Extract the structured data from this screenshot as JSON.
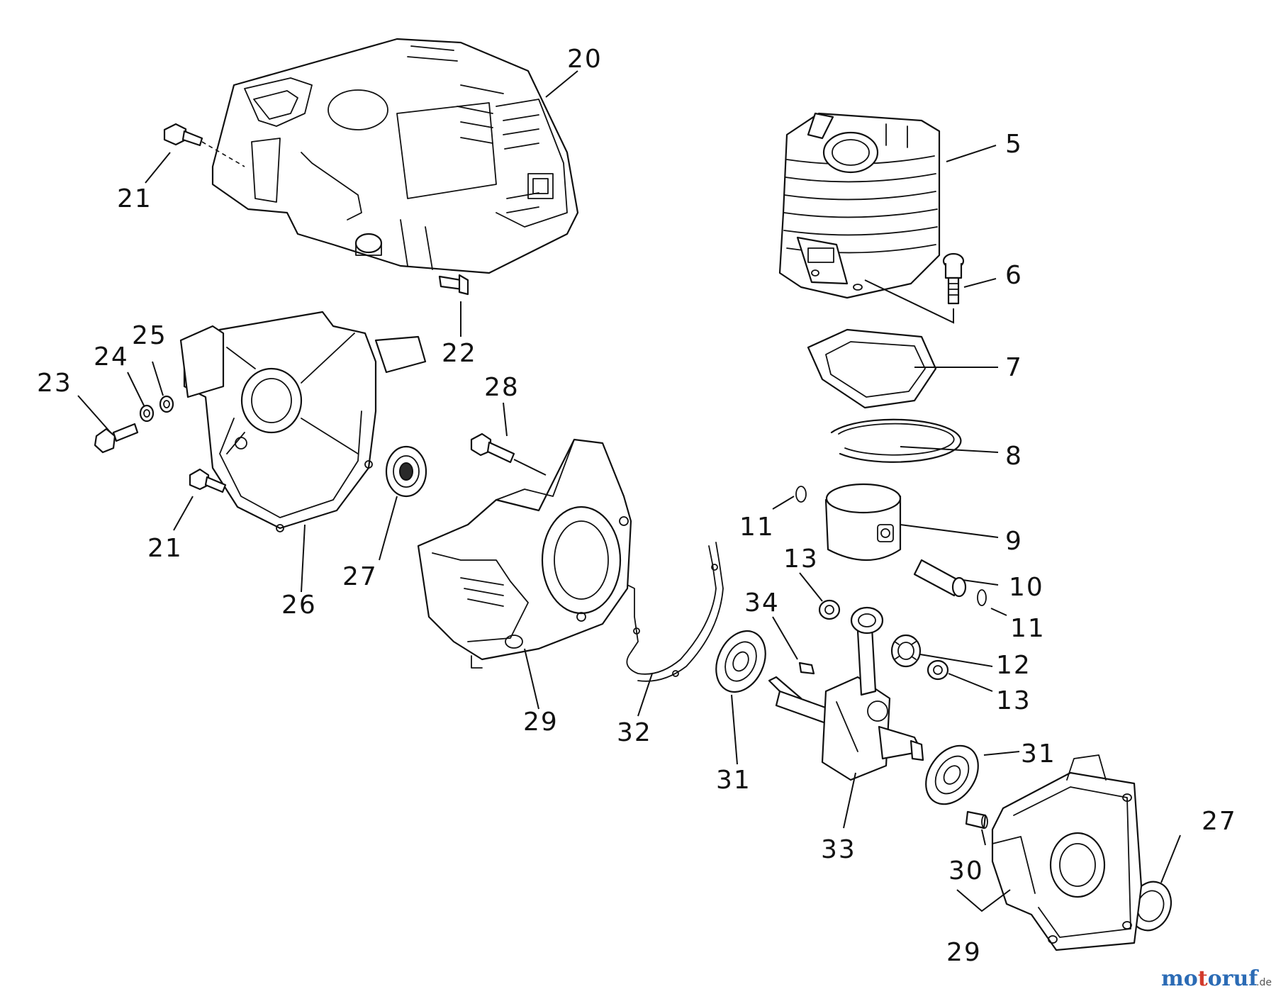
{
  "callouts": {
    "c20": "20",
    "c21a": "21",
    "c5": "5",
    "c6": "6",
    "c22": "22",
    "c23": "23",
    "c24": "24",
    "c25": "25",
    "c7": "7",
    "c28": "28",
    "c8": "8",
    "c21b": "21",
    "c11a": "11",
    "c9": "9",
    "c27a": "27",
    "c26": "26",
    "c13a": "13",
    "c10": "10",
    "c34": "34",
    "c11b": "11",
    "c12": "12",
    "c13b": "13",
    "c29a": "29",
    "c32": "32",
    "c31a": "31",
    "c31b": "31",
    "c33": "33",
    "c27b": "27",
    "c30": "30",
    "c29b": "29"
  },
  "watermark": {
    "letters": [
      "m",
      "o",
      "t",
      "o",
      "r",
      "u",
      "f"
    ],
    "suffix": ".de",
    "colors": [
      "#2b6bb5",
      "#2b6bb5",
      "#d23a2b",
      "#2b6bb5",
      "#2b6bb5",
      "#2b6bb5",
      "#2b6bb5"
    ]
  }
}
